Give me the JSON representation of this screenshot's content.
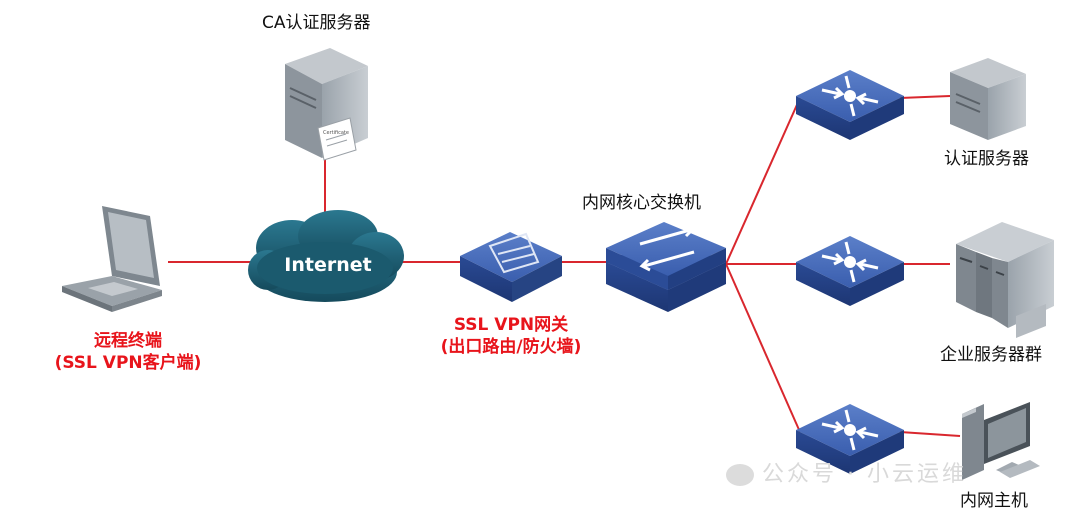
{
  "labels": {
    "ca_server": "CA认证服务器",
    "internet": "Internet",
    "remote_terminal_line1": "远程终端",
    "remote_terminal_line2": "(SSL VPN客户端)",
    "ssl_gateway_line1": "SSL VPN网关",
    "ssl_gateway_line2": "(出口路由/防火墙)",
    "core_switch": "内网核心交换机",
    "auth_server": "认证服务器",
    "enterprise_servers": "企业服务器群",
    "intranet_host": "内网主机",
    "certificate_tag": "Certificate"
  },
  "watermark": "公众号 · 小云运维",
  "colors": {
    "link_line": "#d9272e",
    "highlight_text": "#e8141b",
    "device_blue": "#2d4f9e",
    "cloud": "#1d5c70"
  }
}
